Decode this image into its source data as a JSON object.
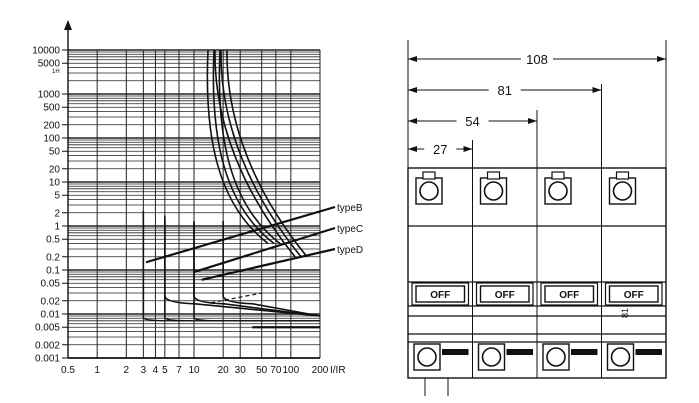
{
  "chart_data": {
    "type": "line",
    "title": "",
    "xlabel": "I/IR",
    "ylabel": "",
    "xscale": "log",
    "yscale": "log",
    "xlim": [
      0.5,
      200
    ],
    "ylim": [
      0.001,
      10000
    ],
    "grid": true,
    "x_ticks": [
      "0.5",
      "1",
      "2",
      "3",
      "4",
      "5",
      "7",
      "10",
      "20",
      "30",
      "50",
      "70",
      "100",
      "200"
    ],
    "y_ticks": [
      "10000",
      "5000",
      "1000",
      "500",
      "200",
      "100",
      "50",
      "20",
      "10",
      "5",
      "2",
      "1",
      "0.5",
      "0.2",
      "0.1",
      "0.05",
      "0.02",
      "0.01",
      "0.005",
      "0.002",
      "0.001"
    ],
    "y_sub_label": "1H",
    "series": [
      {
        "name": "typeB",
        "left_x": 3,
        "right_x": 5,
        "left_x_tick": "3",
        "right_x_tick": "5"
      },
      {
        "name": "typeC",
        "left_x": 5,
        "right_x": 10,
        "left_x_tick": "5",
        "right_x_tick": "10"
      },
      {
        "name": "typeD",
        "left_x": 10,
        "right_x": 20,
        "left_x_tick": "10",
        "right_x_tick": "20"
      }
    ]
  },
  "dimensions": {
    "width_labels": [
      "108",
      "81",
      "54",
      "27"
    ]
  },
  "breaker": {
    "poles": 4,
    "switch_labels": [
      "OFF",
      "OFF",
      "OFF",
      "OFF"
    ],
    "side_label": "81"
  }
}
